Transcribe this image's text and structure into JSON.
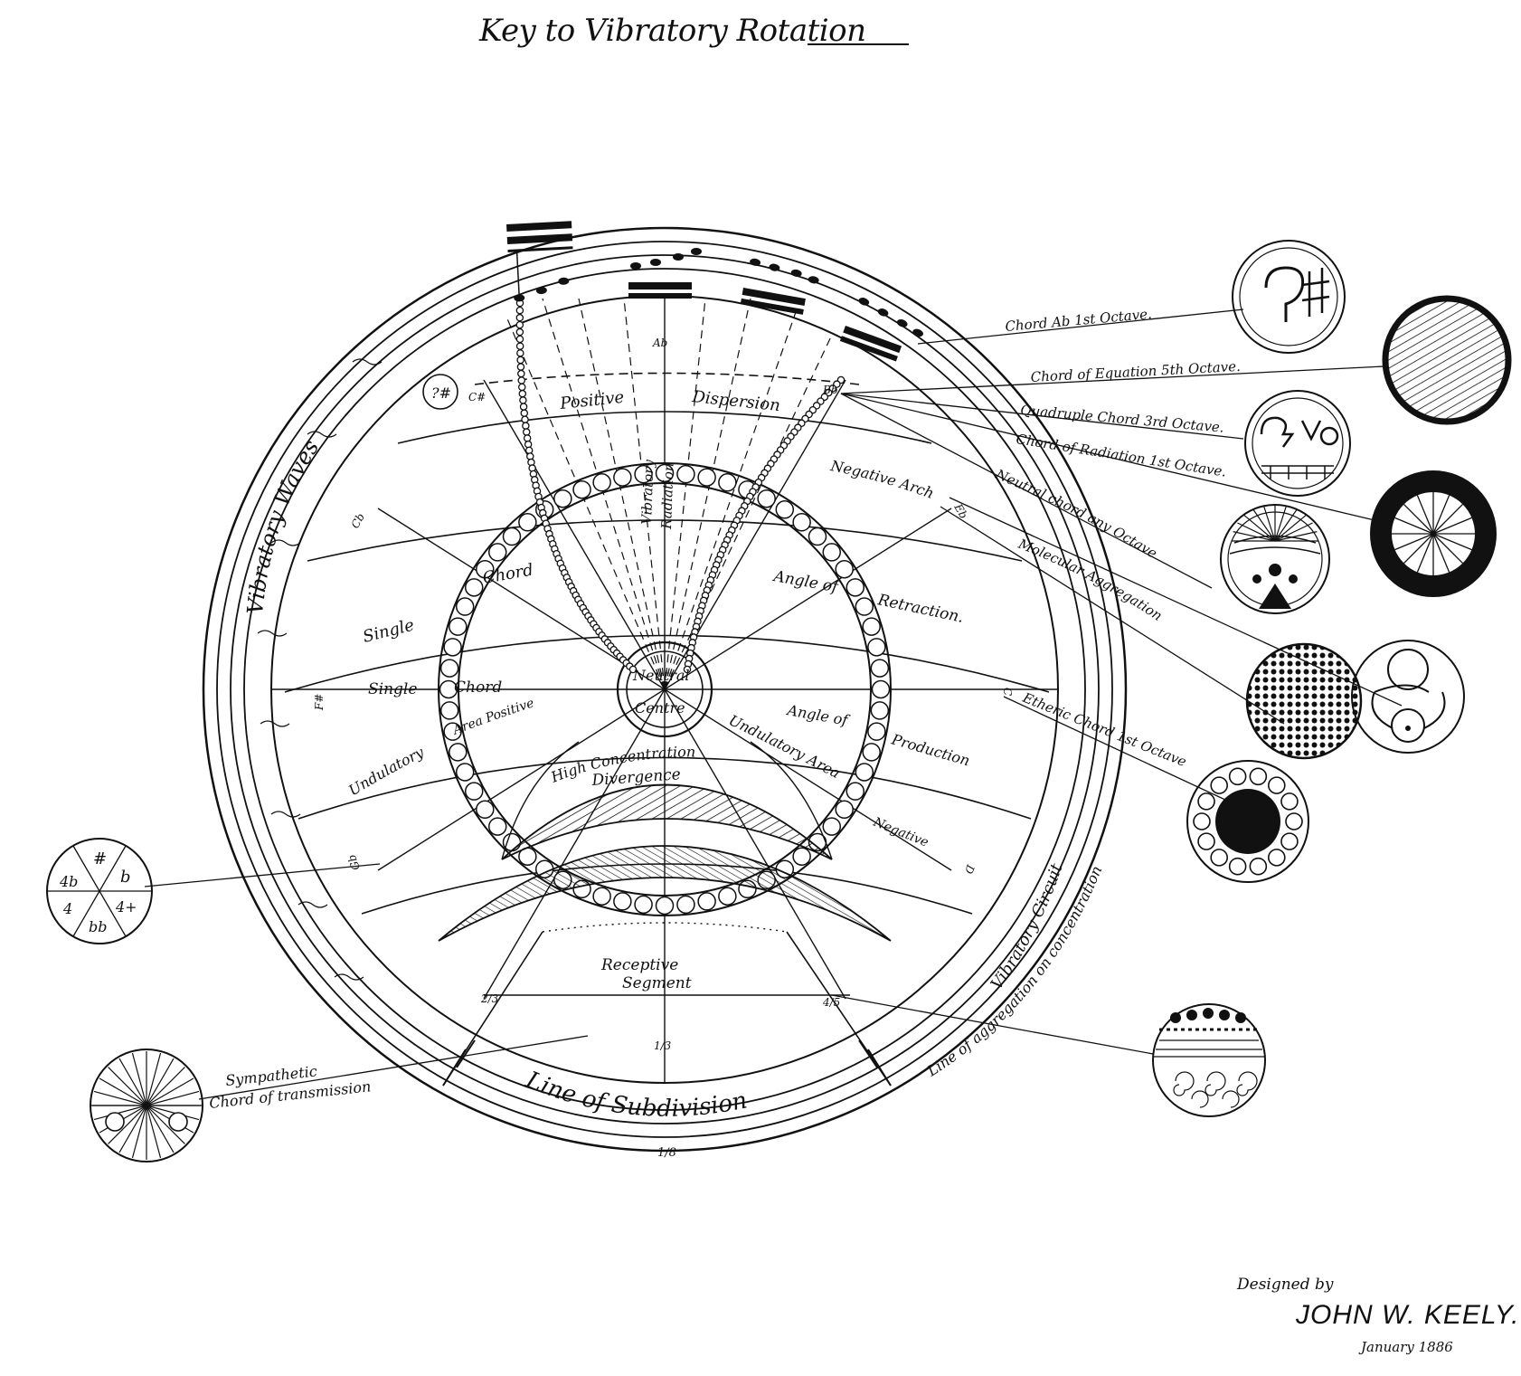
{
  "title": "Key to Vibratory Rotation",
  "credit": {
    "designed_by": "Designed by",
    "name": "JOHN W. KEELY.",
    "date": "January 1886"
  },
  "labels": {
    "positive": "Positive",
    "dispersion": "Dispersion",
    "vibratory_radiation_1": "Vibratory",
    "vibratory_radiation_2": "Radiation",
    "negative_arch": "Negative Arch",
    "single_1": "Single",
    "chord_1": "Chord",
    "angle_of_retraction_1": "Angle of",
    "angle_of_retraction_2": "Retraction.",
    "single_2": "Single",
    "chord_2": "Chord",
    "neutral": "Neutral",
    "centre": "Centre",
    "undulatory_1": "Undulatory",
    "area_positive": "Area Positive",
    "angle_of_production_1": "Angle of",
    "angle_of_production_2": "Production",
    "high_concentration": "High Concentration",
    "divergence": "Divergence",
    "undulatory_area_negative_1": "Undulatory Area",
    "undulatory_area_negative_2": "Negative",
    "receptive": "Receptive",
    "segment": "Segment",
    "line_of_subdivision": "Line of Subdivision",
    "vibratory_waves": "Vibratory Waves",
    "vibratory_circuit": "Vibratory Circuit",
    "line_of_aggregation": "Line of aggregation on concentration",
    "sympathetic_1": "Sympathetic",
    "sympathetic_2": "Chord of transmission"
  },
  "chord_labels": [
    "Chord Ab 1st Octave.",
    "Chord of Equation 5th Octave.",
    "Quadruple Chord 3rd Octave.",
    "Chord of Radiation 1st Octave.",
    "Neutral chord any Octave",
    "Molecular Aggregation",
    "Etheric Chord 1st Octave"
  ],
  "note_marks": {
    "top": "Ab",
    "top_right": "Bb",
    "left_upper": "C#",
    "left_mid": "Cb",
    "left": "F#",
    "left_lower": "Gb",
    "right": "C",
    "right_upper": "Eb",
    "right_lower": "D",
    "bottom": "1/8",
    "bottom_left": "2/3",
    "bottom_right": "4/5",
    "bottom_mid": "1/3"
  },
  "pie_symbols": [
    "#",
    "b",
    "4+",
    "bb",
    "4",
    "4b"
  ],
  "colors": {
    "ink": "#111111",
    "paper": "#ffffff"
  }
}
